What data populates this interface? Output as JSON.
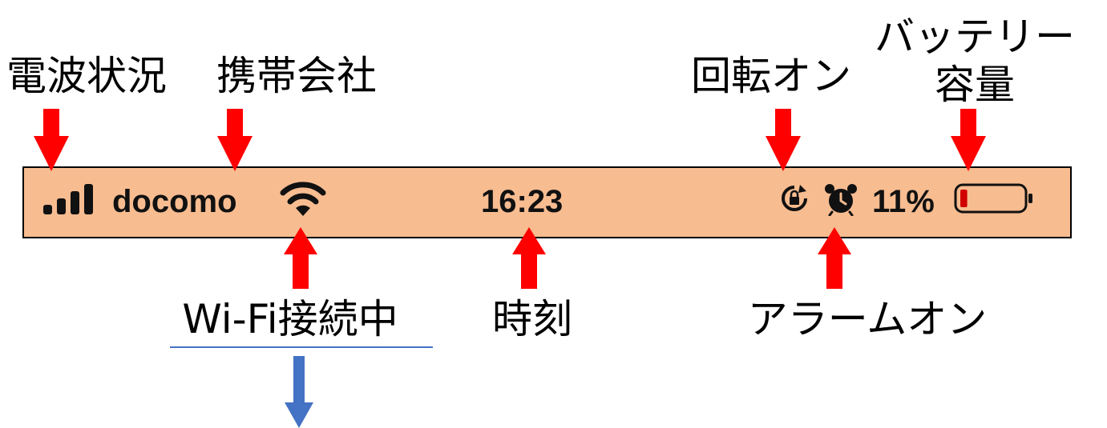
{
  "labels": {
    "signal": "電波状況",
    "carrier": "携帯会社",
    "rotation": "回転オン",
    "battery_line1": "バッテリー",
    "battery_line2": "容量",
    "wifi": "Wi-Fi接続中",
    "time": "時刻",
    "alarm": "アラームオン"
  },
  "status_bar": {
    "carrier": "docomo",
    "time": "16:23",
    "battery_percent": "11%",
    "battery_level": 0.11,
    "icons": [
      "signal-bars-icon",
      "wifi-icon",
      "rotation-lock-icon",
      "alarm-clock-icon",
      "battery-icon"
    ]
  },
  "colors": {
    "status_bar_bg": "#f7bc90",
    "arrow_red": "#ff0000",
    "arrow_blue": "#4472c4",
    "underline_blue": "#4472c4",
    "battery_low": "#d00000"
  }
}
